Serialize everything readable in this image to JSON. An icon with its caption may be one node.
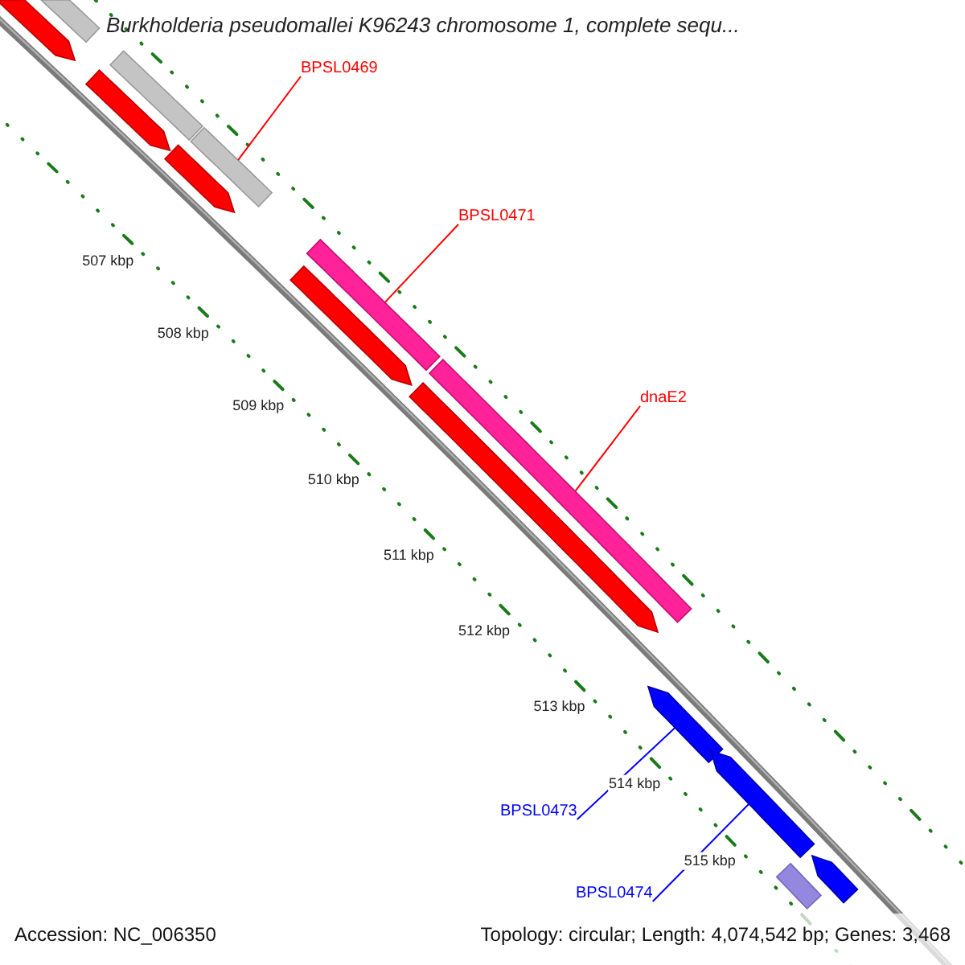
{
  "diagram": {
    "title": "Burkholderia pseudomallei K96243 chromosome 1, complete sequ...",
    "nodes": [
      {
        "text": [
          "BPSL0469"
        ]
      },
      {
        "text": [
          "BPSL0471"
        ]
      },
      {
        "text": [
          "dnaE2"
        ]
      },
      {
        "text": [
          "BPSL0473"
        ]
      },
      {
        "text": [
          "BPSL0474"
        ]
      },
      {
        "text": [],
        "shape": "bar"
      },
      {
        "text": [],
        "shape": "pentagon"
      },
      {
        "text": [],
        "shape": "bar"
      },
      {
        "text": [],
        "shape": "pentagon"
      },
      {
        "text": [],
        "shape": "pentagon"
      },
      {
        "text": [],
        "shape": "bar"
      },
      {
        "text": [],
        "shape": "bar"
      },
      {
        "text": [],
        "shape": "pentagon"
      },
      {
        "text": [],
        "shape": "bar"
      },
      {
        "text": [],
        "shape": "pentagon"
      },
      {
        "text": [],
        "shape": "pentagon"
      },
      {
        "text": [],
        "shape": "pentagon"
      },
      {
        "text": [],
        "shape": "bar"
      },
      {
        "text": [],
        "shape": "pentagon"
      }
    ],
    "edges": [
      {
        "from": 0,
        "to": 10,
        "arrow": "none"
      },
      {
        "from": 1,
        "to": 11,
        "arrow": "none"
      },
      {
        "from": 2,
        "to": 13,
        "arrow": "none"
      },
      {
        "from": 3,
        "to": 15,
        "arrow": "none",
        "color": "#0000ff"
      },
      {
        "from": 4,
        "to": 16,
        "arrow": "none",
        "color": "#0000ff"
      }
    ],
    "labels": [
      "507 kbp",
      "508 kbp",
      "509 kbp",
      "510 kbp",
      "511 kbp",
      "512 kbp",
      "513 kbp",
      "514 kbp",
      "515 kbp",
      "Accession: NC_006350",
      "Topology: circular; Length: 4,074,542 bp; Genes: 3,468"
    ]
  }
}
